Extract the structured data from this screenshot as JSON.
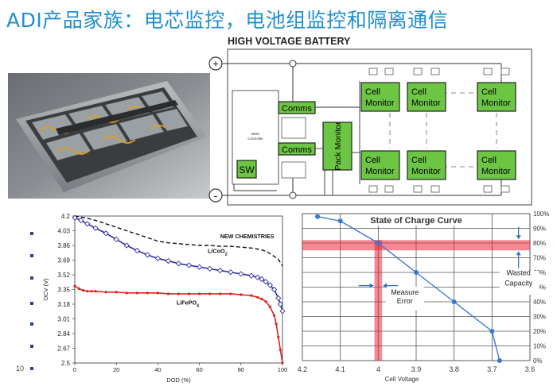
{
  "slide": {
    "title": "ADI产品家族：电芯监控，电池组监控和隔离通信",
    "number": "10",
    "bullet_count": 7
  },
  "diagram": {
    "heading": "HIGH VOLTAGE BATTERY",
    "plus": "+",
    "minus": "-",
    "bms_label_1": "BMS",
    "bms_label_2": "Controller",
    "comms_label": "Comms",
    "sw_label": "SW",
    "pack_monitor_label": "Pack Monitor",
    "cell_monitor_line1": "Cell",
    "cell_monitor_line2": "Monitor",
    "colors": {
      "green": "#6cc644",
      "line": "#333333",
      "dash": "#888888"
    }
  },
  "chart_data": [
    {
      "type": "line",
      "title": "",
      "xlabel": "DOD (%)",
      "ylabel": "OCV (V)",
      "xlim": [
        0,
        100
      ],
      "ylim": [
        2.5,
        4.2
      ],
      "x_ticks": [
        "0",
        "20",
        "40",
        "60",
        "80",
        "100"
      ],
      "y_ticks": [
        "4.2",
        "4.03",
        "3.86",
        "3.69",
        "3.52",
        "3.35",
        "3.18",
        "3.01",
        "2.84",
        "2.67",
        "2.5"
      ],
      "series": [
        {
          "name": "NEW CHEMISTRIES",
          "color": "#111111",
          "style": "dashed",
          "x": [
            0,
            5,
            10,
            15,
            20,
            25,
            30,
            35,
            40,
            45,
            50,
            55,
            60,
            65,
            70,
            75,
            80,
            85,
            90,
            93,
            95,
            98,
            100
          ],
          "y": [
            4.2,
            4.18,
            4.15,
            4.11,
            4.07,
            4.03,
            3.99,
            3.95,
            3.91,
            3.89,
            3.88,
            3.87,
            3.86,
            3.86,
            3.85,
            3.85,
            3.84,
            3.83,
            3.81,
            3.78,
            3.75,
            3.7,
            3.62
          ]
        },
        {
          "name": "LiCoO2",
          "color": "#3030a0",
          "style": "diamond",
          "x": [
            0,
            3,
            6,
            10,
            15,
            20,
            25,
            30,
            35,
            40,
            45,
            50,
            55,
            60,
            65,
            70,
            75,
            80,
            85,
            88,
            90,
            92,
            94,
            96,
            98,
            99,
            100
          ],
          "y": [
            4.18,
            4.15,
            4.11,
            4.06,
            4.0,
            3.93,
            3.86,
            3.8,
            3.75,
            3.71,
            3.68,
            3.65,
            3.63,
            3.61,
            3.59,
            3.57,
            3.55,
            3.53,
            3.51,
            3.49,
            3.47,
            3.44,
            3.4,
            3.35,
            3.25,
            3.18,
            3.1
          ]
        },
        {
          "name": "LiFePO4",
          "color": "#e02020",
          "style": "marker",
          "x": [
            0,
            2,
            4,
            6,
            8,
            10,
            15,
            20,
            25,
            30,
            35,
            40,
            45,
            50,
            55,
            60,
            65,
            70,
            75,
            80,
            85,
            88,
            90,
            92,
            94,
            96,
            97,
            98,
            99,
            100
          ],
          "y": [
            3.39,
            3.36,
            3.34,
            3.33,
            3.33,
            3.33,
            3.32,
            3.32,
            3.31,
            3.31,
            3.31,
            3.31,
            3.3,
            3.3,
            3.3,
            3.3,
            3.3,
            3.3,
            3.3,
            3.29,
            3.28,
            3.26,
            3.24,
            3.21,
            3.15,
            3.05,
            2.95,
            2.8,
            2.65,
            2.5
          ]
        }
      ],
      "annotations": [
        {
          "text": "NEW CHEMISTRIES",
          "x": 70,
          "y": 3.945
        },
        {
          "text": "LiCoO",
          "sub": "2",
          "x": 64,
          "y": 3.775
        },
        {
          "text": "LiFePO",
          "sub": "4",
          "x": 49,
          "y": 3.175
        }
      ]
    },
    {
      "type": "line",
      "title": "State of Charge Curve",
      "xlabel": "Cell Voltage",
      "ylabel": "",
      "xlim": [
        4.2,
        3.6
      ],
      "ylim": [
        0,
        100
      ],
      "x_ticks": [
        "4.2",
        "4.1",
        "4",
        "3.9",
        "3.8",
        "3.7",
        "3.6"
      ],
      "y_ticks": [
        "0%",
        "10%",
        "20%",
        "30%",
        "40%",
        "50%",
        "60%",
        "70%",
        "80%",
        "90%",
        "100%"
      ],
      "grid": true,
      "series": [
        {
          "name": "",
          "color": "#3a78d0",
          "x": [
            4.16,
            4.1,
            4.0,
            3.9,
            3.8,
            3.7,
            3.68
          ],
          "y": [
            98,
            95,
            80,
            60,
            40,
            20,
            0
          ]
        }
      ],
      "highlight_band_y": [
        75,
        82
      ],
      "highlight_band_x": [
        4.01,
        3.99
      ],
      "annotations": {
        "wasted_line1": "Wasted",
        "wasted_line2": "Capacity",
        "measure_line1": "Measure",
        "measure_line2": "Error"
      }
    }
  ]
}
